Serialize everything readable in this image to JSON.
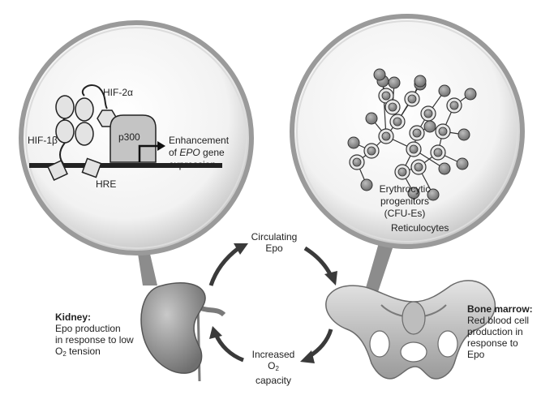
{
  "left_panel": {
    "hif2a": "HIF-2α",
    "hif1b": "HIF-1β",
    "p300": "p300",
    "hre": "HRE",
    "enh1": "Enhancement",
    "enh2a": "of ",
    "enh2b": "EPO",
    "enh2c": " gene",
    "enh3": "expression"
  },
  "right_panel": {
    "ery1": "Erythrocytic",
    "ery2": "progenitors",
    "ery3": "(CFU-Es)",
    "reticulocytes": "Reticulocytes"
  },
  "cycle": {
    "circ1": "Circulating",
    "circ2": "Epo",
    "inc1": "Increased",
    "inc2a": "O",
    "inc2b": "2",
    "inc3": "capacity"
  },
  "kidney": {
    "title": "Kidney:",
    "l1": "Epo production",
    "l2": "in response to low",
    "l3a": "O",
    "l3b": "2",
    "l3c": " tension"
  },
  "bone": {
    "title": "Bone marrow:",
    "l1": "Red blood cell",
    "l2": "production in",
    "l3": "response to",
    "l4": "Epo"
  }
}
